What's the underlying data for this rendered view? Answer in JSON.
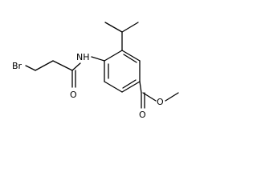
{
  "molecule": {
    "atom_labels": {
      "bromine": "Br",
      "amide_nh": "NH",
      "amide_oxygen": "O",
      "ester_carbonyl_oxygen": "O",
      "ester_ether_oxygen": "O"
    }
  }
}
